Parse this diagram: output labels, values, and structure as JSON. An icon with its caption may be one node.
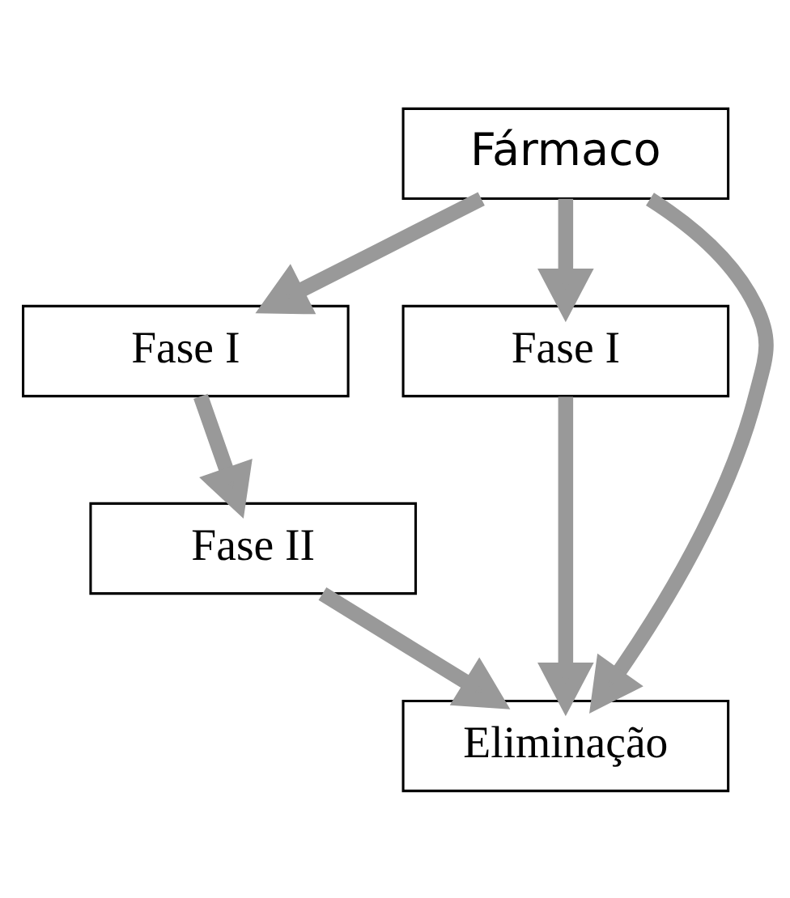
{
  "diagram": {
    "nodes": [
      {
        "text": [
          "Fármaco"
        ]
      },
      {
        "text": [
          "Fase I"
        ]
      },
      {
        "text": [
          "Fase I"
        ]
      },
      {
        "text": [
          "Fase II"
        ]
      },
      {
        "text": [
          "Eliminação"
        ]
      }
    ],
    "edges": [
      {
        "from": 0,
        "to": 1,
        "arrow": "to"
      },
      {
        "from": 0,
        "to": 2,
        "arrow": "to"
      },
      {
        "from": 0,
        "to": 4,
        "arrow": "to"
      },
      {
        "from": 1,
        "to": 3,
        "arrow": "to"
      },
      {
        "from": 3,
        "to": 4,
        "arrow": "to"
      },
      {
        "from": 2,
        "to": 4,
        "arrow": "to"
      }
    ]
  }
}
